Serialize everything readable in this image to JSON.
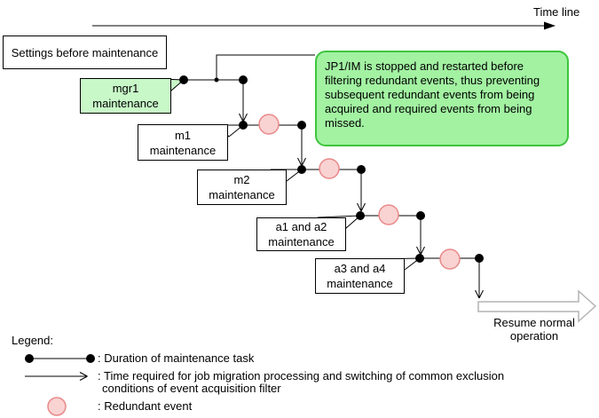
{
  "colors": {
    "green_box_fill": "#c8f8c8",
    "bubble_fill": "#a2f2a2",
    "bubble_border": "#3ec53e",
    "pink_fill": "#f9d2d2",
    "pink_border": "#e98989",
    "arrow_gray": "#b4b4b4"
  },
  "timeline": {
    "label": "Time line"
  },
  "settings_box": {
    "label": "Settings before maintenance"
  },
  "tasks": [
    {
      "line1": "mgr1",
      "line2": "maintenance"
    },
    {
      "line1": "m1",
      "line2": "maintenance"
    },
    {
      "line1": "m2",
      "line2": "maintenance"
    },
    {
      "line1": "a1 and a2",
      "line2": "maintenance"
    },
    {
      "line1": "a3 and a4",
      "line2": "maintenance"
    }
  ],
  "callout": {
    "text": "JP1/IM is stopped and restarted before filtering redundant events, thus preventing subsequent redundant events from being acquired and required events from being missed."
  },
  "resume": {
    "line1": "Resume normal",
    "line2": "operation"
  },
  "legend": {
    "title": "Legend:",
    "items": [
      {
        "line1": ": Duration of maintenance task"
      },
      {
        "line1": ": Time required for job migration processing and switching of common exclusion",
        "line2": "conditions of event acquisition filter"
      },
      {
        "line1": ": Redundant event"
      }
    ]
  }
}
